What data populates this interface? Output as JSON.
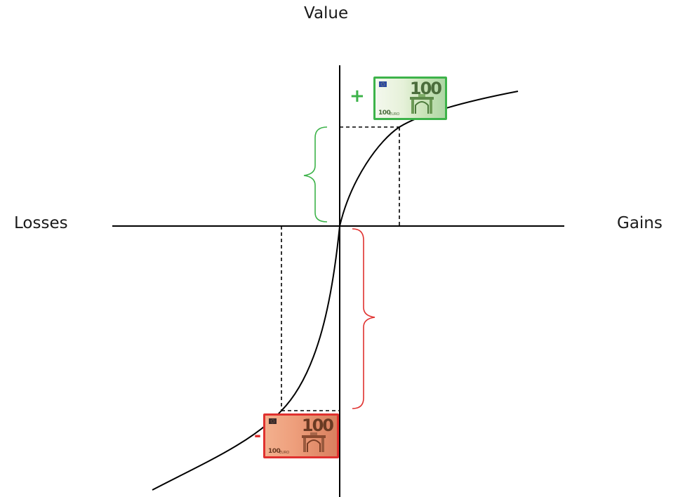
{
  "axes": {
    "vertical_label": "Value",
    "negative_horizontal_label": "Losses",
    "positive_horizontal_label": "Gains"
  },
  "gain": {
    "sign": "+",
    "denomination": "100",
    "currency": "EURO",
    "color": "#3db34a"
  },
  "loss": {
    "sign": "-",
    "denomination": "100",
    "currency": "EURO",
    "color": "#e0312f"
  },
  "colors": {
    "axis": "#000000",
    "curve": "#000000",
    "guide": "#000000",
    "gain_brace": "#3db34a",
    "loss_brace": "#e0312f"
  }
}
